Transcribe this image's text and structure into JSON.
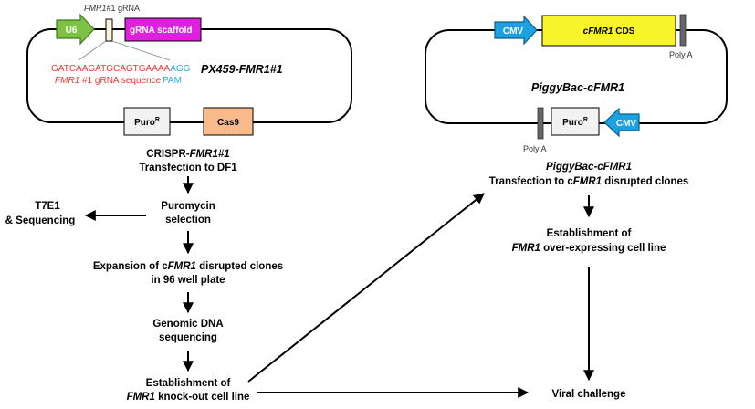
{
  "left_plasmid": {
    "u6": "U6",
    "grna_label_italic": "FMR1",
    "grna_label_rest": "#1 gRNA",
    "scaffold": "gRNA scaffold",
    "sequence": "GATCAAGATGCAGTGAAAA",
    "pam_seq": "AGG",
    "seq_label_italic": "FMR1",
    "seq_label_rest": " #1 gRNA sequence",
    "pam_label": "PAM",
    "name": "PX459-FMR1#1",
    "puro_main": "Puro",
    "puro_sup": "R",
    "cas9": "Cas9"
  },
  "right_plasmid": {
    "cmv_top": "CMV",
    "cds_italic": "cFMR1",
    "cds_rest": " CDS",
    "polya_top": "Poly A",
    "name_italic": "PiggyBac-cFMR1",
    "puro_main": "Puro",
    "puro_sup": "R",
    "cmv_bottom": "CMV",
    "polya_bottom": "Poly A"
  },
  "left_flow": {
    "crispr_pre": "CRISPR-",
    "crispr_italic": "FMR1#1",
    "transfection": "Transfection to DF1",
    "puromycin_1": "Puromycin",
    "puromycin_2": "selection",
    "t7e1": "T7E1",
    "sequencing": "& Sequencing",
    "expansion_pre": "Expansion of c",
    "expansion_italic": "FMR1",
    "expansion_post": " disrupted clones",
    "well_plate": "in 96 well plate",
    "genomic_1": "Genomic DNA",
    "genomic_2": "sequencing",
    "establish_1": "Establishment of",
    "establish_italic": "FMR1",
    "establish_post": " knock-out cell line"
  },
  "right_flow": {
    "pb_title": "PiggyBac-cFMR1",
    "transfection_pre": "Transfection to c",
    "transfection_italic": "FMR1",
    "transfection_post": " disrupted clones",
    "establish_1": "Establishment of",
    "establish_italic": "FMR1",
    "establish_post": " over-expressing cell line",
    "viral": "Viral challenge"
  },
  "colors": {
    "u6": "#7dc242",
    "scaffold": "#e020e0",
    "cas9": "#f9bb8b",
    "cmv": "#1ba1e2",
    "cds": "#f7f52a",
    "puro": "#f2f2f2",
    "seq": "#e53935",
    "pam": "#29a8df",
    "grey_bar": "#666666"
  }
}
